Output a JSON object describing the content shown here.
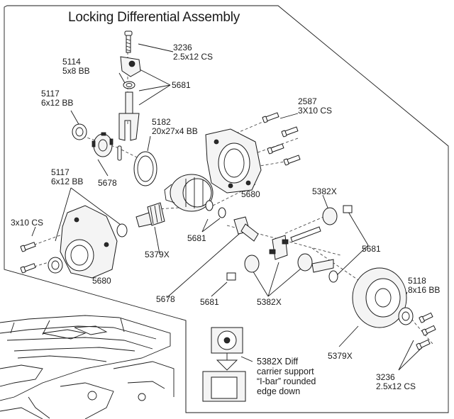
{
  "title": "Locking Differential Assembly",
  "callouts": {
    "screw_3236_top": {
      "part": "3236",
      "desc": "2.5x12 CS"
    },
    "bb_5114": {
      "part": "5114",
      "desc": "5x8 BB"
    },
    "fork_5681": {
      "part": "5681"
    },
    "bb_5117_top": {
      "part": "5117",
      "desc": "6x12 BB"
    },
    "bb_5182": {
      "part": "5182",
      "desc": "20x27x4 BB"
    },
    "screw_2587": {
      "part": "2587",
      "desc": "3X10 CS"
    },
    "hub_5678": {
      "part": "5678"
    },
    "housing_5680_top": {
      "part": "5680"
    },
    "bb_5117_mid": {
      "part": "5117",
      "desc": "6x12 BB"
    },
    "gear_5382x_top": {
      "part": "5382X"
    },
    "screw_3x10": {
      "desc": "3x10 CS"
    },
    "shim_5681_mid": {
      "part": "5681"
    },
    "output_5379x": {
      "part": "5379X"
    },
    "shim_5681_right": {
      "part": "5681"
    },
    "housing_5680_bottom": {
      "part": "5680"
    },
    "axle_5678": {
      "part": "5678"
    },
    "shim_5681_low": {
      "part": "5681"
    },
    "gears_5382x": {
      "part": "5382X"
    },
    "bb_5118": {
      "part": "5118",
      "desc": "8x16 BB"
    },
    "ring_5379x": {
      "part": "5379X"
    },
    "screw_3236_bottom": {
      "part": "3236",
      "desc": "2.5x12 CS"
    }
  },
  "inset_note": {
    "line1": "5382X Diff",
    "line2": "carrier support",
    "line3": "“I-bar” rounded",
    "line4": "edge down"
  }
}
